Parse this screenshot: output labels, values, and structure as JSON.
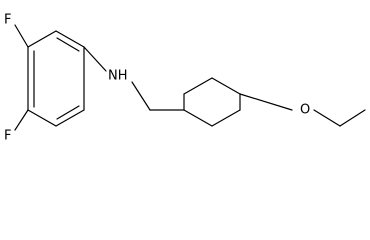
{
  "molecule": {
    "atom_labels": {
      "fluorine_top": "F",
      "fluorine_bottom": "F",
      "amine": "NH",
      "ether_oxygen": "O"
    },
    "colors": {
      "bond": "#000000",
      "label": "#000000",
      "background": "#ffffff"
    }
  }
}
